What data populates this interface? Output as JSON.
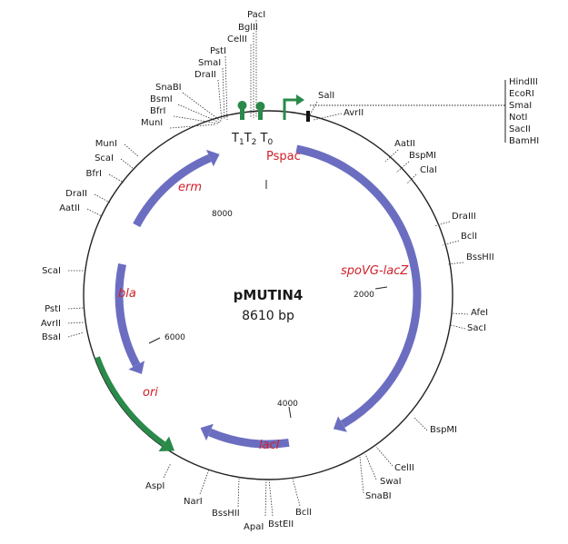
{
  "plasmid": {
    "name": "pMUTIN4",
    "size": "8610 bp",
    "length_bp": 8610
  },
  "colors": {
    "backbone": "#222222",
    "feature_blue": "#6b6ec0",
    "feature_green": "#2a8a4a",
    "label_red": "#d0202a",
    "text": "#1a1a1a"
  },
  "features": [
    {
      "label": "erm",
      "color": "feature_blue"
    },
    {
      "label": "Pspac",
      "color": "label_red"
    },
    {
      "label": "spoVG-lacZ",
      "color": "feature_blue"
    },
    {
      "label": "lacI",
      "color": "feature_blue"
    },
    {
      "label": "ori",
      "color": "feature_green"
    },
    {
      "label": "bla",
      "color": "feature_blue"
    }
  ],
  "terminators": {
    "labels": [
      "T1",
      "T2",
      "T0"
    ]
  },
  "coordinates": [
    "2000",
    "4000",
    "6000",
    "8000"
  ],
  "mcs_sites": [
    "HindIII",
    "EcoRI",
    "SmaI",
    "NotI",
    "SacII",
    "BamHI"
  ],
  "sites": [
    "PacI",
    "BglII",
    "CelII",
    "PstI",
    "SmaI",
    "DraII",
    "SnaBI",
    "BsmI",
    "BfrI",
    "MunI",
    "SalI",
    "AvrII",
    "AatII",
    "BspMI",
    "ClaI",
    "DraIII",
    "BclI",
    "BssHII",
    "AfeI",
    "SacI",
    "BspMI",
    "CelII",
    "SwaI",
    "SnaBI",
    "BclI",
    "BstEII",
    "ApaI",
    "BssHII",
    "NarI",
    "AspI",
    "BsaI",
    "AvrII",
    "PstI",
    "ScaI",
    "AatII",
    "DraII",
    "BfrI",
    "ScaI",
    "MunI"
  ]
}
